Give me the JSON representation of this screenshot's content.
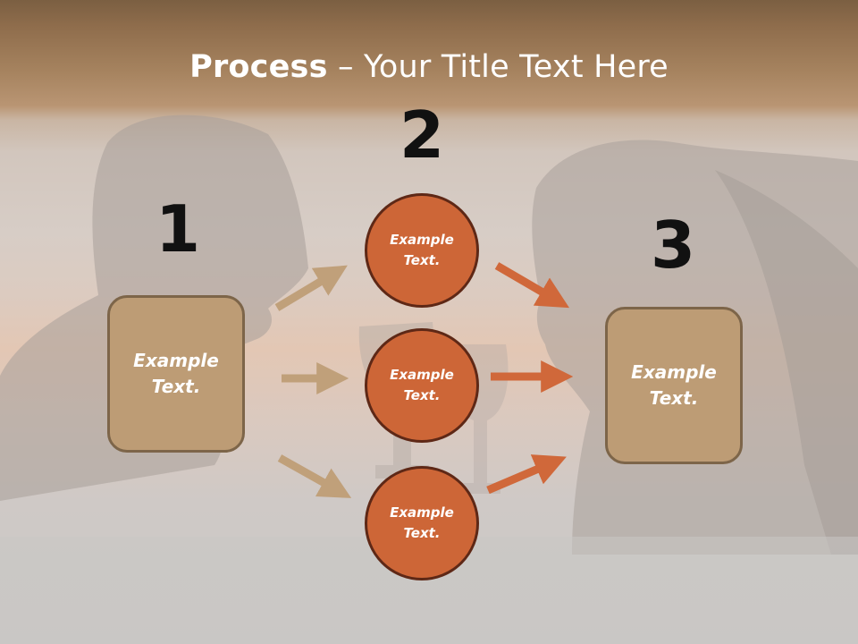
{
  "title": {
    "bold": "Process",
    "rest": " – Your Title Text Here"
  },
  "steps": {
    "one": {
      "number": "1",
      "text": "Example Text."
    },
    "two": {
      "number": "2"
    },
    "three": {
      "number": "3",
      "text": "Example Text."
    }
  },
  "circles": [
    {
      "text": "Example Text."
    },
    {
      "text": "Example Text."
    },
    {
      "text": "Example Text."
    }
  ],
  "colors": {
    "box_fill": "#bd9c75",
    "circle_fill": "#cd6637",
    "left_arrow": "#c0a07a",
    "right_arrow": "#d0683a"
  }
}
